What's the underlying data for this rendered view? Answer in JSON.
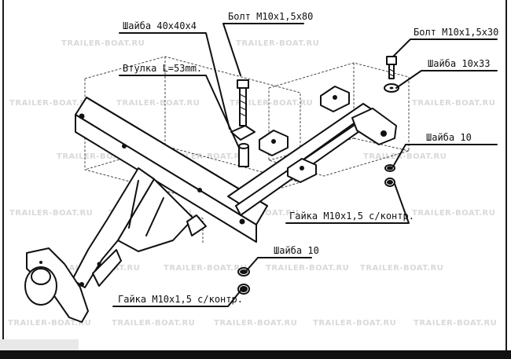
{
  "watermark": "TRAILER-BOAT.RU",
  "labels": {
    "washer_40": "Шайба 40х40х4",
    "bolt_80": "Болт М10х1,5х80",
    "bolt_30": "Болт М10х1,5х30",
    "washer_33": "Шайба 10х33",
    "bushing": "Втулка L=53mm.",
    "washer_10_right": "Шайба 10",
    "nut_right": "Гайка М10х1,5 с/контр.",
    "washer_10_bottom": "Шайба 10",
    "nut_bottom": "Гайка М10х1,5 с/контр."
  },
  "colors": {
    "line": "#111111",
    "watermark": "#d9d9d9",
    "background": "#ffffff"
  }
}
